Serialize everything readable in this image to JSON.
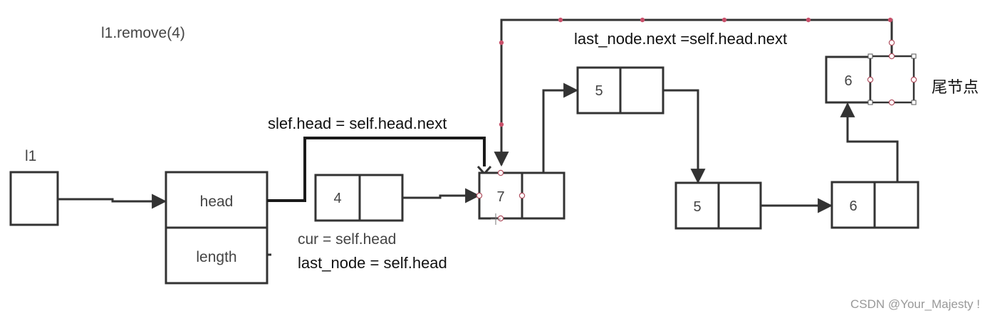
{
  "title": "l1.remove(4)",
  "var_name": "l1",
  "list_fields": {
    "head": "head",
    "length": "length"
  },
  "nodes": {
    "n4": "4",
    "n7": "7",
    "n5a": "5",
    "n5b": "5",
    "n6a": "6",
    "n6tail": "6"
  },
  "annotations": {
    "head_update": "slef.head = self.head.next",
    "cur_init": "cur = self.head",
    "last_init": "last_node = self.head",
    "last_update": "last_node.next =self.head.next",
    "tail_label": "尾节点"
  },
  "watermark": "CSDN @Your_Majesty !",
  "colors": {
    "line": "#333333",
    "handle": "#c8506a",
    "text": "#444444"
  }
}
